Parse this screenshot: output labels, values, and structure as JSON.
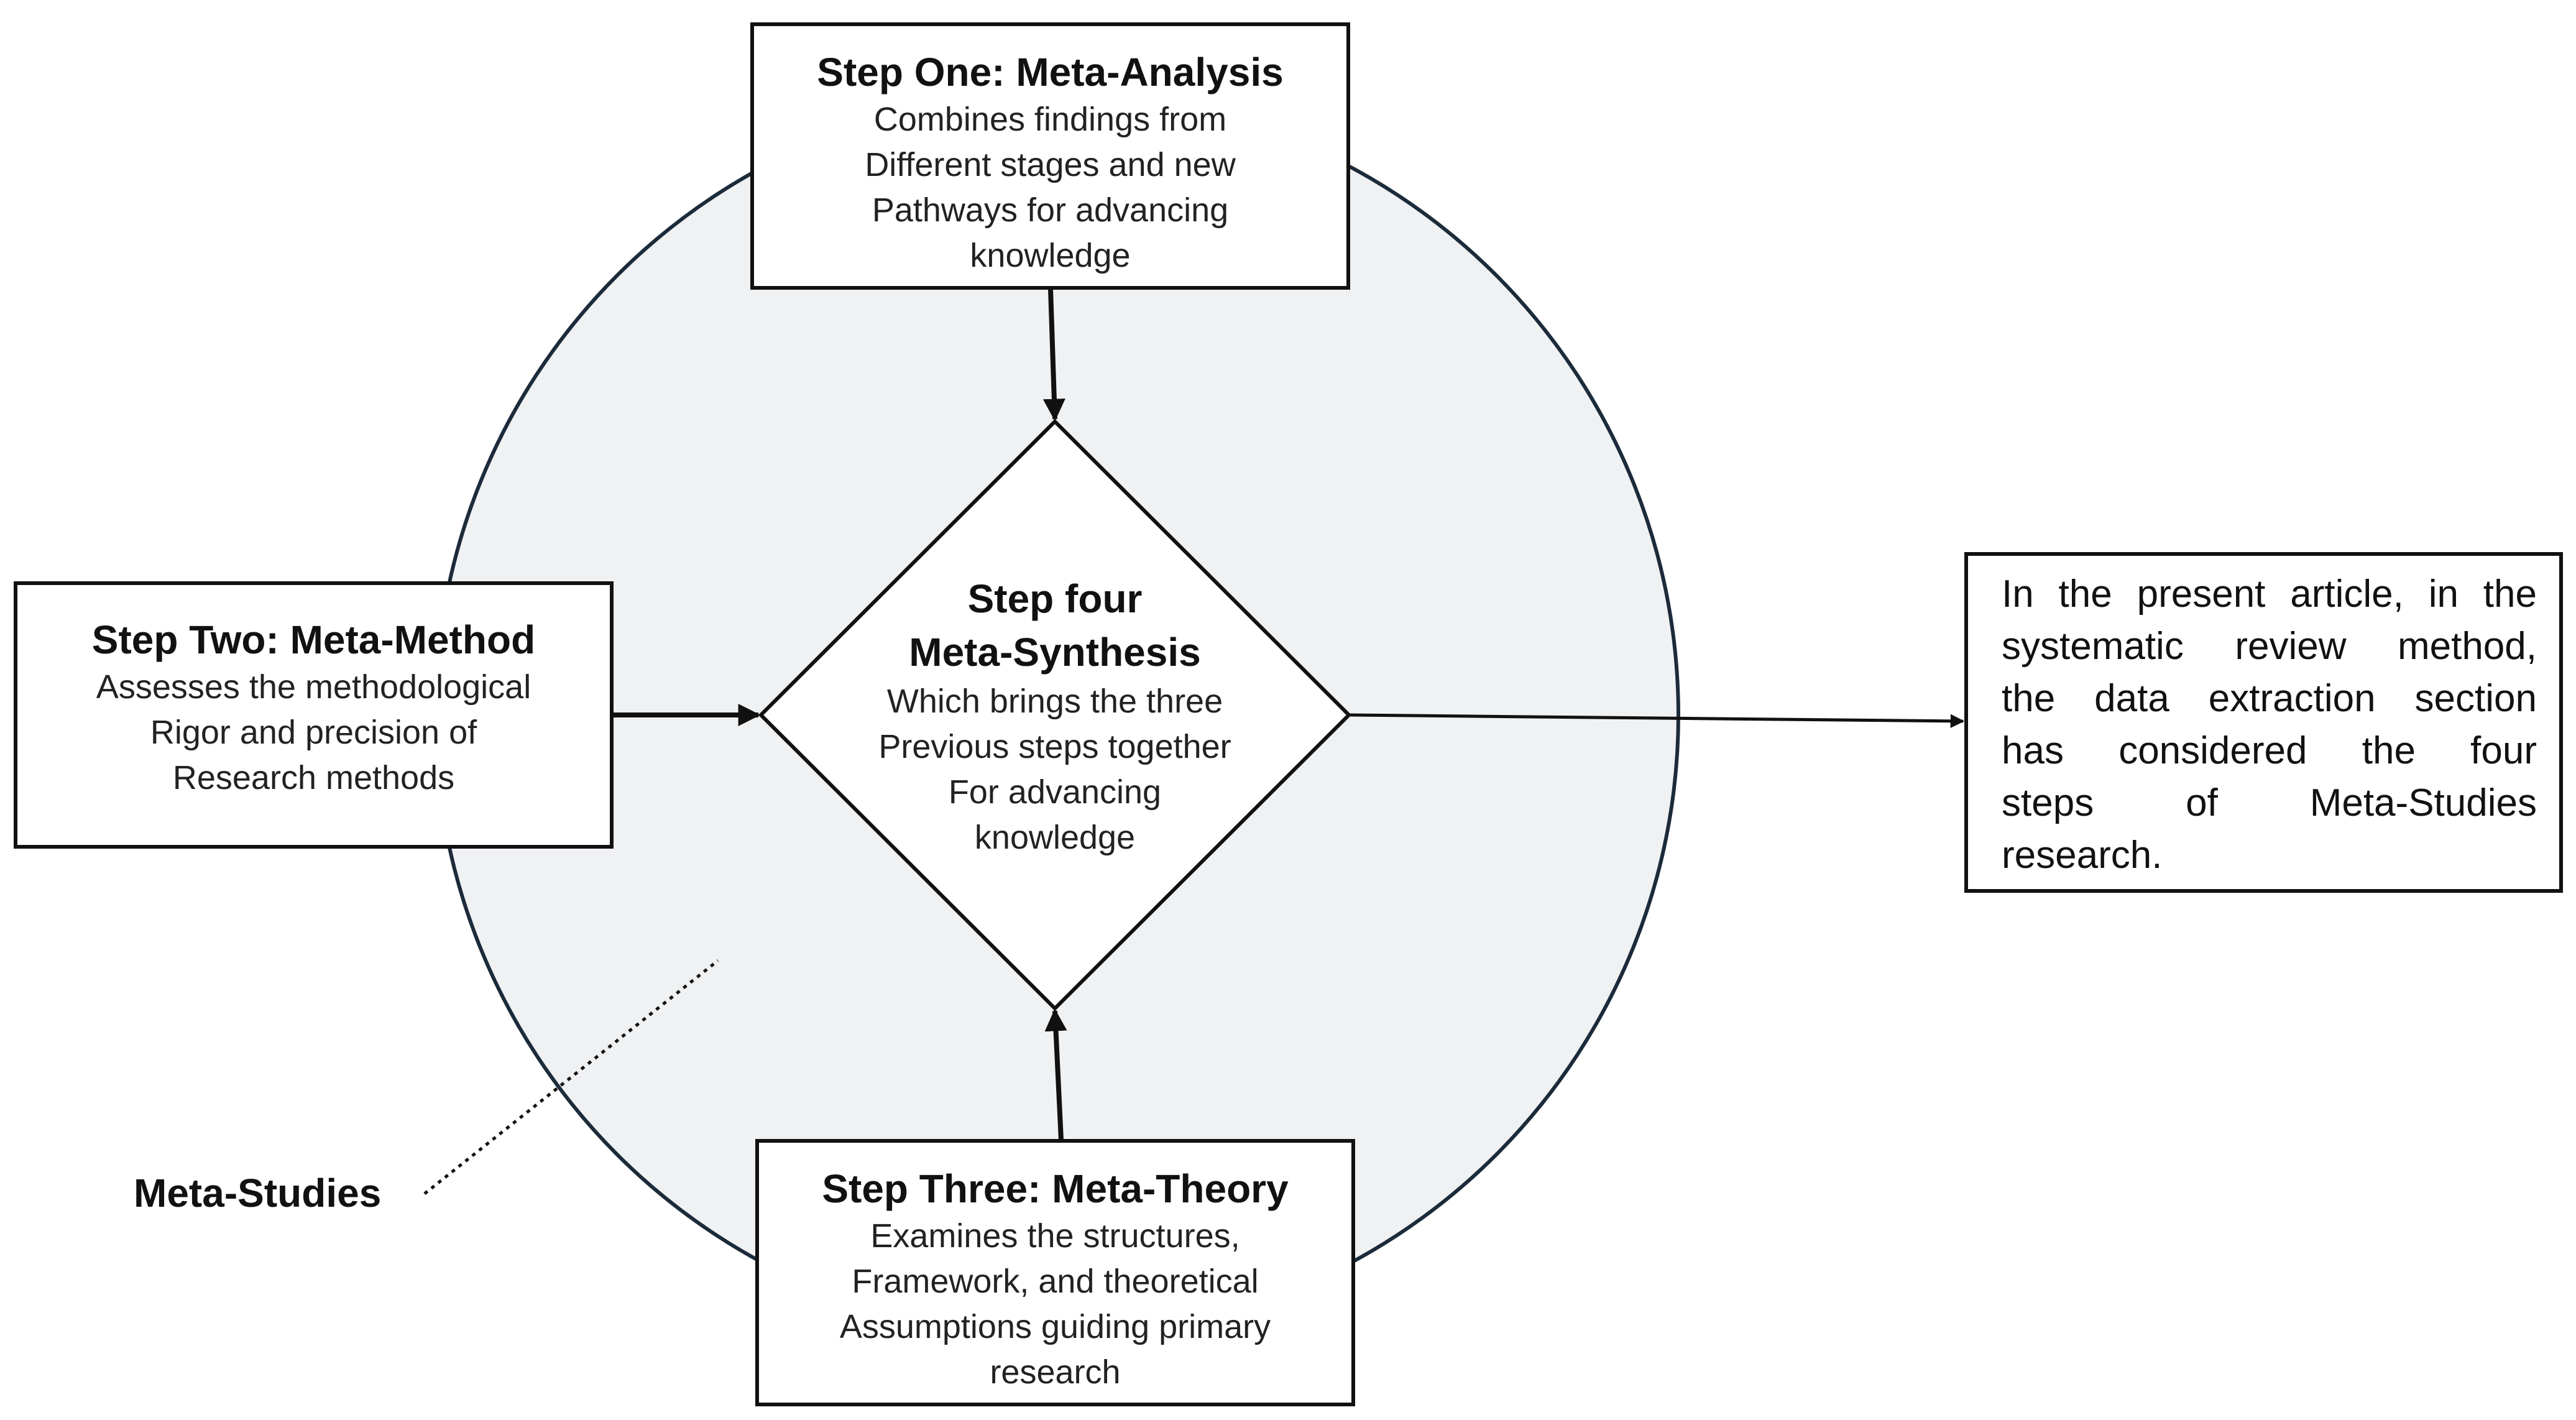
{
  "diagram": {
    "group_label": "Meta-Studies",
    "steps": [
      {
        "id": "step-one",
        "title": "Step One: Meta-Analysis",
        "lines": [
          "Combines findings from",
          "Different stages and new",
          "Pathways for advancing",
          "knowledge"
        ]
      },
      {
        "id": "step-two",
        "title": "Step Two: Meta-Method",
        "lines": [
          "Assesses the methodological",
          "Rigor and precision of",
          "Research methods"
        ]
      },
      {
        "id": "step-three",
        "title": "Step Three: Meta-Theory",
        "lines": [
          "Examines the structures,",
          "Framework, and theoretical",
          "Assumptions guiding primary",
          "research"
        ]
      }
    ],
    "center": {
      "title_lines": [
        "Step four",
        "Meta-Synthesis"
      ],
      "lines": [
        "Which brings the three",
        "Previous steps together",
        "For advancing",
        "knowledge"
      ]
    },
    "note_lines": [
      "In the present article, in the",
      "systematic review method,",
      "the data extraction section",
      "has considered the four",
      "steps of Meta-Studies",
      "research."
    ],
    "colors": {
      "circle_fill": "#eff1f3",
      "circle_stroke": "#1c2b3a",
      "line": "#111111"
    }
  }
}
